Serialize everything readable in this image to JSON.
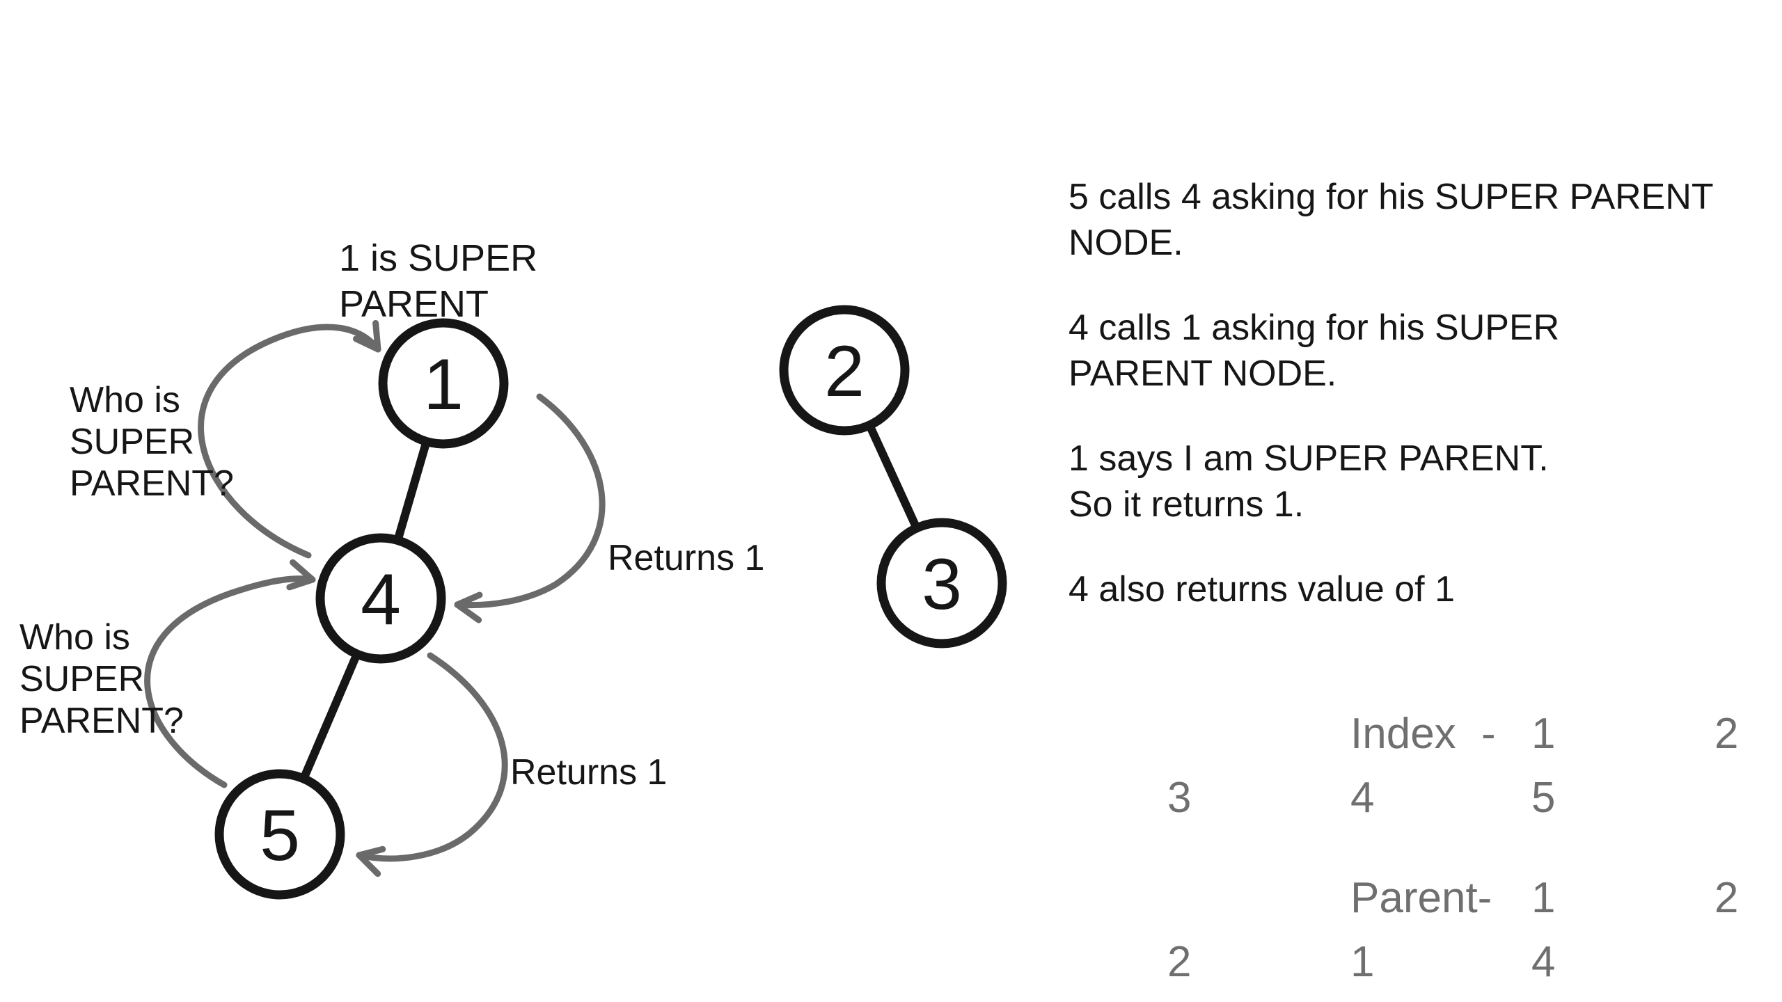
{
  "diagram": {
    "nodes": {
      "n1": "1",
      "n2": "2",
      "n3": "3",
      "n4": "4",
      "n5": "5"
    },
    "edges": [
      "1-4",
      "4-5",
      "2-3"
    ],
    "super_parent_note": [
      "1 is SUPER",
      "PARENT"
    ],
    "who_is_query_top": [
      "Who is",
      "SUPER",
      "PARENT?"
    ],
    "who_is_query_bottom": [
      "Who is",
      "SUPER",
      "PARENT?"
    ],
    "returns_label_top": "Returns 1",
    "returns_label_bottom": "Returns 1"
  },
  "explanation": {
    "para1": [
      "5 calls 4 asking for his SUPER PARENT",
      "NODE."
    ],
    "para2": [
      "4 calls 1 asking for his SUPER",
      "PARENT NODE."
    ],
    "para3": [
      "1 says I am SUPER PARENT.",
      "So it returns 1."
    ],
    "para4": [
      "4 also returns value of 1"
    ]
  },
  "array_table": {
    "index_label": "Index",
    "index_separator": "-",
    "index_values": [
      "1",
      "2",
      "3",
      "4",
      "5"
    ],
    "parent_label": "Parent-",
    "parent_values": [
      "1",
      "2",
      "2",
      "1",
      "4"
    ]
  },
  "colors": {
    "background": "#ffffff",
    "ink": "#161616",
    "arrow_gray": "#6a6a6a",
    "table_gray": "#6f6f6f"
  }
}
